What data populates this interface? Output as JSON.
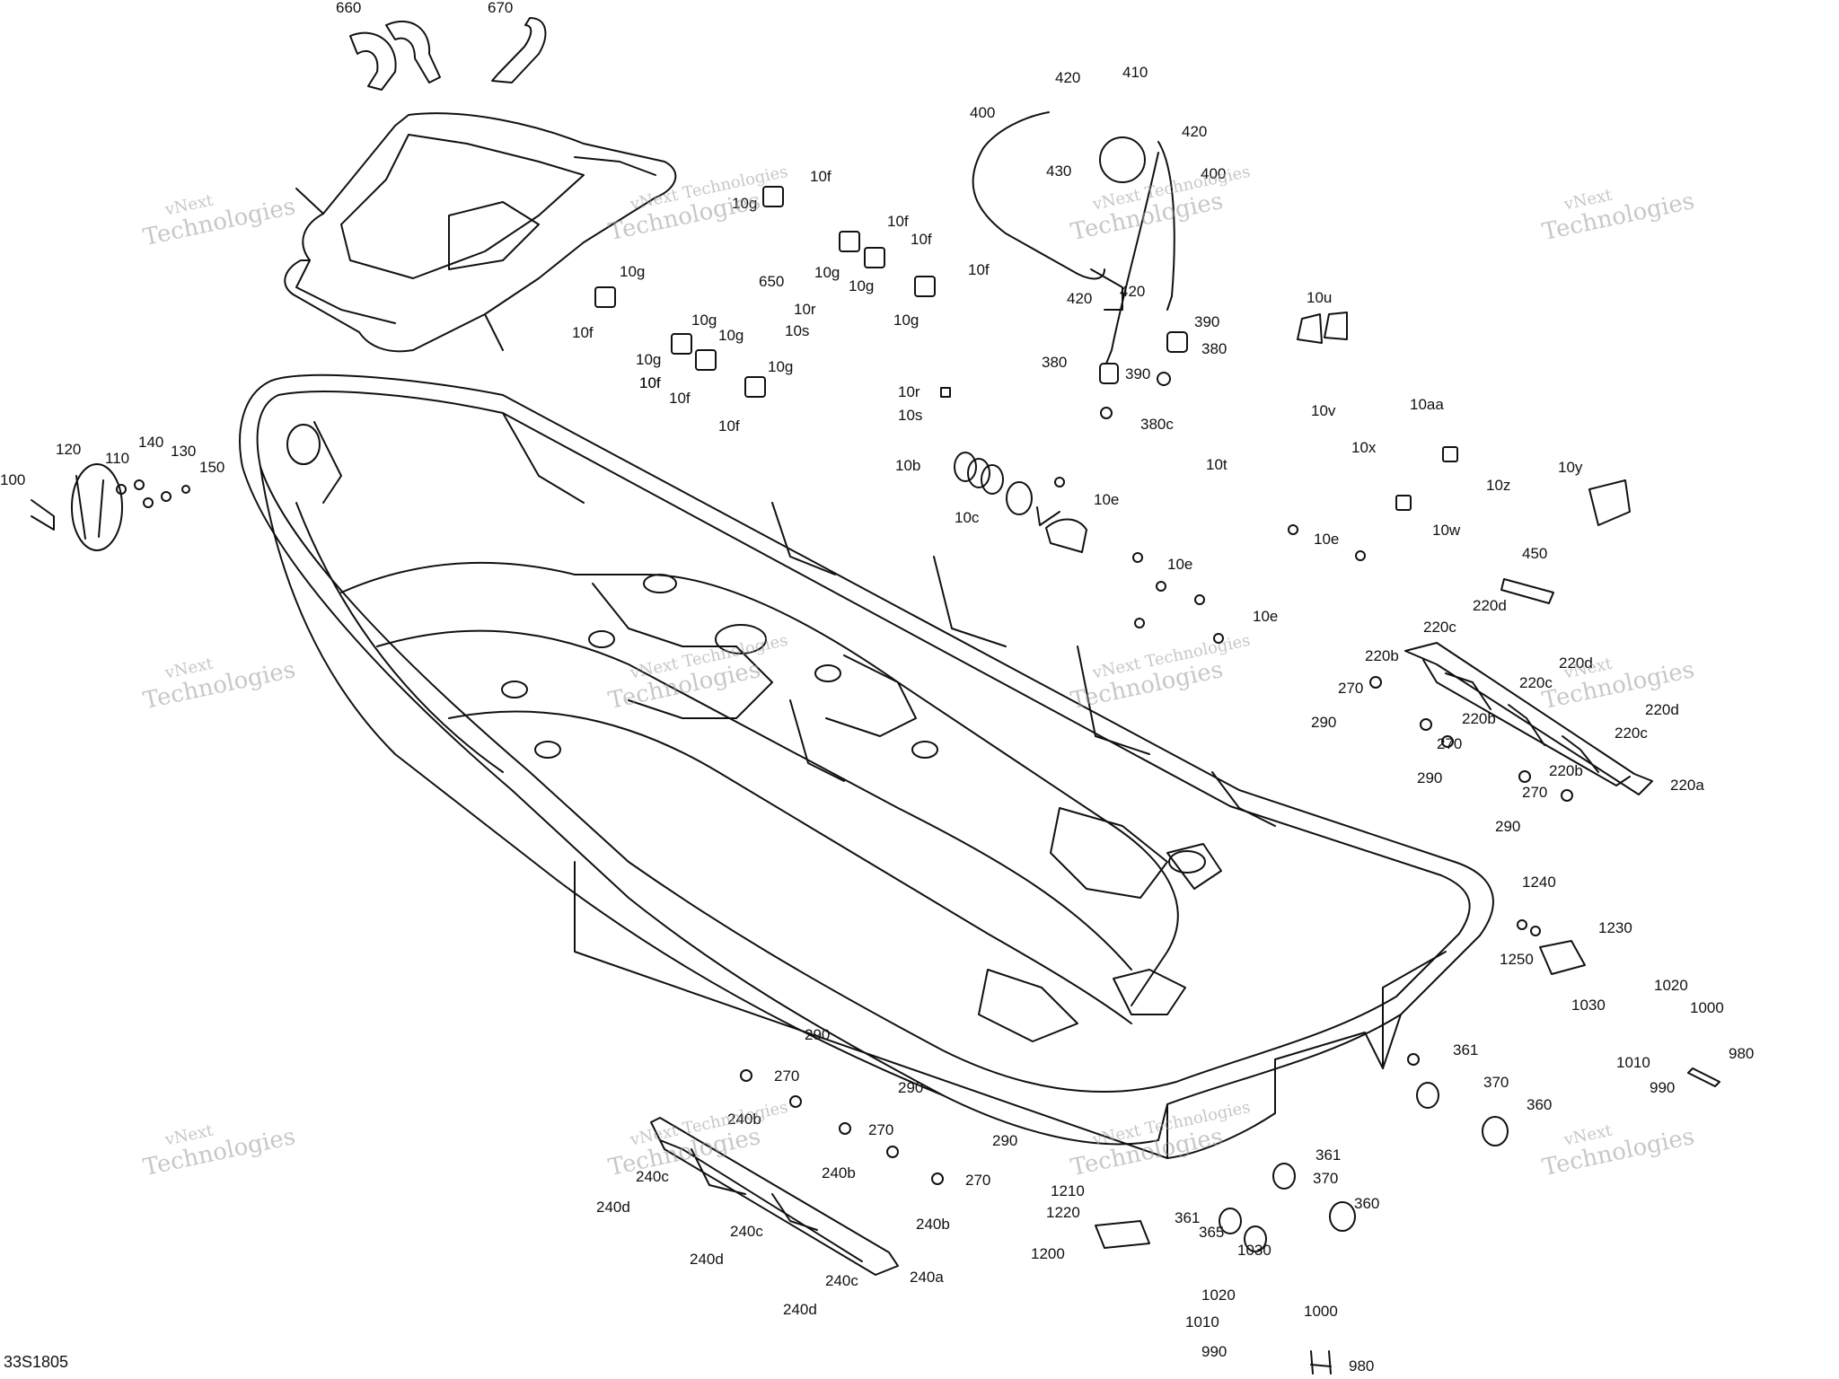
{
  "diagram_ref": "33S1805",
  "watermark": {
    "line1": "vNext",
    "line2": "Technologies",
    "line3": "vNext Technologies"
  },
  "part_labels": [
    "660",
    "670",
    "650",
    "100",
    "120",
    "110",
    "140",
    "130",
    "150",
    "10f",
    "10g",
    "10f",
    "10f",
    "10f",
    "10g",
    "10g",
    "10g",
    "10g",
    "10f",
    "10g",
    "10f",
    "10r",
    "10s",
    "10g",
    "10g",
    "10f",
    "10f",
    "10g",
    "10f",
    "400",
    "420",
    "410",
    "420",
    "430",
    "400",
    "420",
    "420",
    "390",
    "380",
    "380",
    "390",
    "380c",
    "10r",
    "10s",
    "10b",
    "10c",
    "10e",
    "10t",
    "10e",
    "10e",
    "10e",
    "10u",
    "10v",
    "10aa",
    "10x",
    "10z",
    "10w",
    "10y",
    "450",
    "220d",
    "220c",
    "220b",
    "220c",
    "220d",
    "220d",
    "220c",
    "220b",
    "220b",
    "220a",
    "270",
    "290",
    "270",
    "290",
    "270",
    "290",
    "1240",
    "1250",
    "1230",
    "1020",
    "1030",
    "1000",
    "1010",
    "990",
    "980",
    "361",
    "370",
    "360",
    "290",
    "270",
    "290",
    "270",
    "290",
    "270",
    "240b",
    "240c",
    "240b",
    "240d",
    "240b",
    "240c",
    "240d",
    "240c",
    "240d",
    "240a",
    "1210",
    "1220",
    "1200",
    "361",
    "365",
    "370",
    "361",
    "360",
    "1030",
    "1020",
    "1010",
    "1000",
    "990",
    "980"
  ]
}
